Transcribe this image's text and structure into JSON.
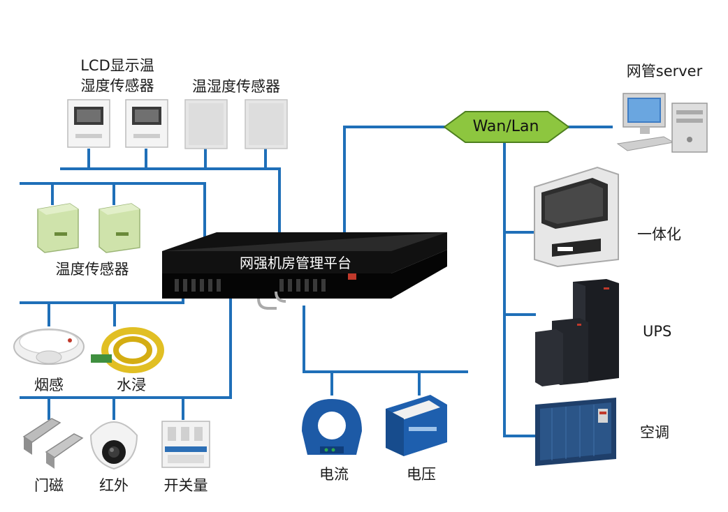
{
  "hub": {
    "title": "网强机房管理平台"
  },
  "network": {
    "label": "Wan/Lan"
  },
  "devices": {
    "lcd_sensor": "LCD显示温\n湿度传感器",
    "th_sensor": "温湿度传感器",
    "temp_sensor": "温度传感器",
    "smoke": "烟感",
    "water": "水浸",
    "door": "门磁",
    "infrared": "红外",
    "switch": "开关量",
    "current": "电流",
    "voltage": "电压",
    "server": "网管server",
    "integrated": "一体化",
    "ups": "UPS",
    "ac": "空调"
  },
  "colors": {
    "line": "#1f6fb8",
    "network_fill": "#8dc63f",
    "hub": "#1c1c1c"
  }
}
